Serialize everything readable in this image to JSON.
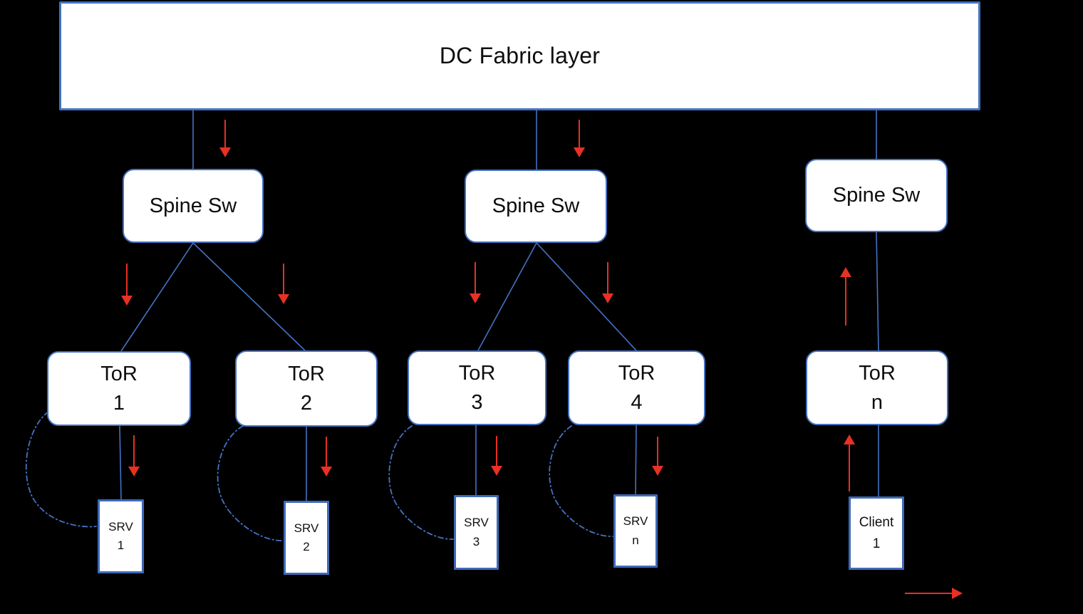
{
  "diagram": {
    "title": "DC Fabric layer",
    "spine_switches": [
      {
        "label": "Spine Sw"
      },
      {
        "label": "Spine Sw"
      },
      {
        "label": "Spine Sw"
      }
    ],
    "tor_switches": [
      {
        "type": "ToR",
        "id": "1"
      },
      {
        "type": "ToR",
        "id": "2"
      },
      {
        "type": "ToR",
        "id": "3"
      },
      {
        "type": "ToR",
        "id": "4"
      },
      {
        "type": "ToR",
        "id": "n"
      }
    ],
    "servers": [
      {
        "type": "SRV",
        "id": "1"
      },
      {
        "type": "SRV",
        "id": "2"
      },
      {
        "type": "SRV",
        "id": "3"
      },
      {
        "type": "SRV",
        "id": "n"
      }
    ],
    "client": {
      "type": "Client",
      "id": "1"
    }
  },
  "colors": {
    "connector_blue": "#4472C4",
    "arrow_red": "#E63123",
    "box_fill": "#FFFFFF",
    "background": "#000000"
  }
}
